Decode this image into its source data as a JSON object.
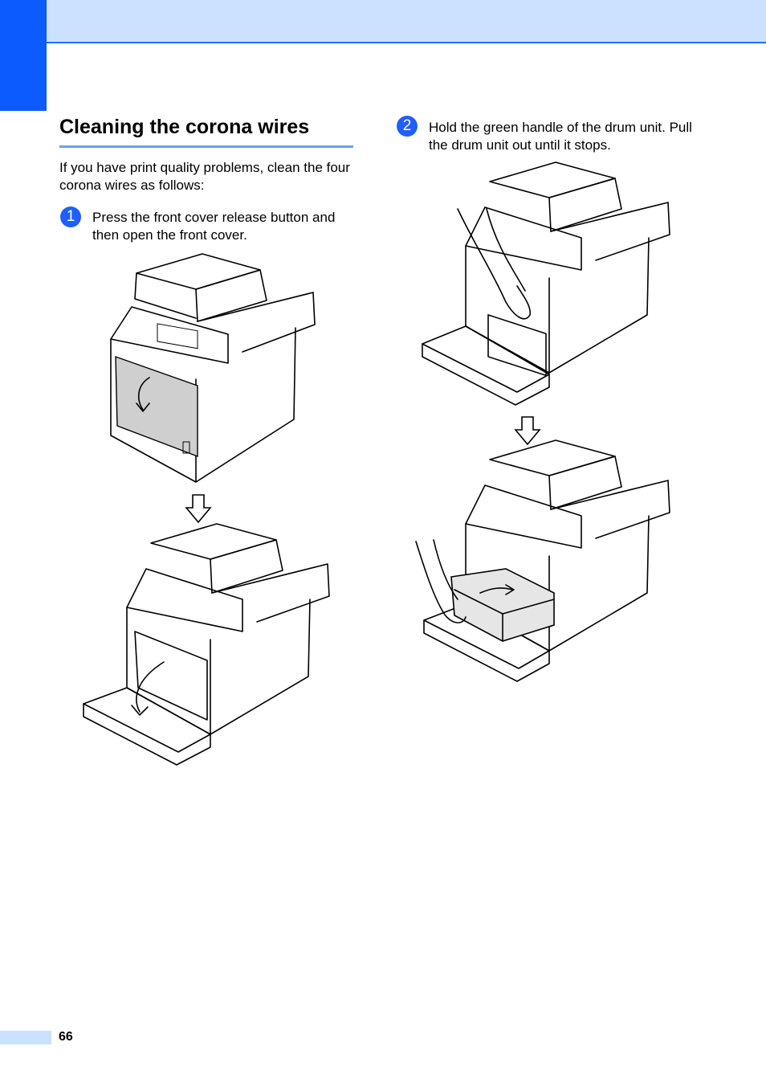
{
  "header": {
    "accent_color": "#0b5bff",
    "band_color": "#cce0ff"
  },
  "section": {
    "title": "Cleaning the corona wires"
  },
  "intro": "If you have print quality problems, clean the four corona wires as follows:",
  "steps": [
    {
      "number": "1",
      "text": "Press the front cover release button and then open the front cover."
    },
    {
      "number": "2",
      "text": "Hold the green handle of the drum unit. Pull the drum unit out until it stops."
    }
  ],
  "footer": {
    "page_number": "66"
  }
}
